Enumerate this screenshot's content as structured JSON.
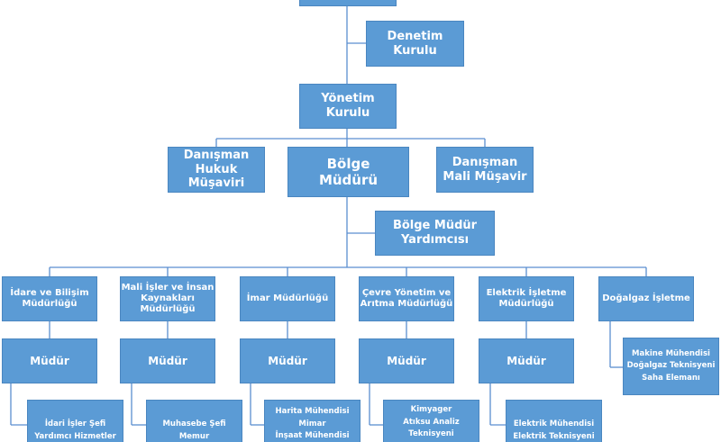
{
  "top_box": "",
  "level1": {
    "denetim": "Denetim\nKurulu",
    "yonetim": "Yönetim\nKurulu"
  },
  "level2": {
    "hukuk": "Danışman\nHukuk\nMüşaviri",
    "bolge_muduru": "Bölge\nMüdürü",
    "mali": "Danışman\nMali Müşavir",
    "yardimci": "Bölge Müdür\nYardımcısı"
  },
  "departments": [
    {
      "name": "İdare ve Bilişim\nMüdürlüğü",
      "role": "Müdür",
      "staff": "İdari İşler Şefi\nYardımcı Hizmetler"
    },
    {
      "name": "Mali İşler ve İnsan\nKaynakları\nMüdürlüğü",
      "role": "Müdür",
      "staff": "Muhasebe Şefi\nMemur"
    },
    {
      "name": "İmar Müdürlüğü",
      "role": "Müdür",
      "staff": "Harita Mühendisi\nMimar\nİnşaat Mühendisi"
    },
    {
      "name": "Çevre Yönetim ve\nArıtma Müdürlüğü",
      "role": "Müdür",
      "staff": "Kimyager\nAtıksu Analiz\nTeknisyeni"
    },
    {
      "name": "Elektrik İşletme\nMüdürlüğü",
      "role": "Müdür",
      "staff": "Elektrik Mühendisi\nElektrik Teknisyeni"
    },
    {
      "name": "Doğalgaz İşletme",
      "staff": "Makine Mühendisi\nDoğalgaz Teknisyeni\nSaha Elemanı"
    }
  ]
}
